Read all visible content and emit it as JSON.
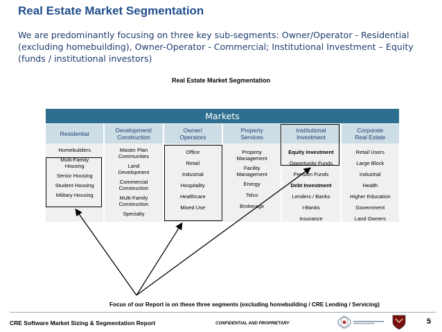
{
  "title": "Real Estate Market Segmentation",
  "subtitle": "We are predominantly focusing on three key sub-segments:  Owner/Operator - Residential (excluding homebuilding), Owner-Operator -  Commercial; Institutional Investment – Equity (funds / institutional investors)",
  "chart_title": "Real Estate Market Segmentation",
  "markets_label": "Markets",
  "columns": [
    {
      "header": "Residential",
      "items": [
        "Homebuilders",
        "Multi-Family Housing",
        "Senior Housing",
        "Student Housing",
        "Military Housing"
      ]
    },
    {
      "header": "Development/\nConstruction",
      "items": [
        "Master Plan Communities",
        "Land Development",
        "Commercial Construction",
        "Multi-Family Construction",
        "Specialty"
      ]
    },
    {
      "header": "Owner/\nOperators",
      "items": [
        "Office",
        "Retail",
        "Industrial",
        "Hospitality",
        "Healthcare",
        "Mixed Use"
      ]
    },
    {
      "header": "Property\nServices",
      "items": [
        "Property Management",
        "Facility Management",
        "Energy",
        "Telco",
        "Brokerage"
      ]
    },
    {
      "header": "Institutional\nInvestment",
      "items": [
        "Equity Investment",
        "Opportunity Funds",
        "Pension Funds",
        "Debt Investment",
        "Lenders / Banks",
        "I-Banks",
        "Insurance"
      ]
    },
    {
      "header": "Corporate\nReal Estate",
      "items": [
        "Retail Users",
        "Large Block",
        "Industrial",
        "Health",
        "Higher Education",
        "Government",
        "Land Owners"
      ]
    }
  ],
  "focus_note": "Focus of our Report is on these three segments (excluding homebuilding / CRE Lending / Servicing)",
  "footer": {
    "left": "CRE Software Market Sizing & Segmentation Report",
    "center": "CONFIDENTIAL AND PROPRIETARY",
    "page": "5"
  },
  "colors": {
    "title": "#1f4e8c",
    "markets_bar": "#2e6f8f",
    "header_bg": "#ccdde6",
    "cell_bg": "#f0f0f0"
  }
}
